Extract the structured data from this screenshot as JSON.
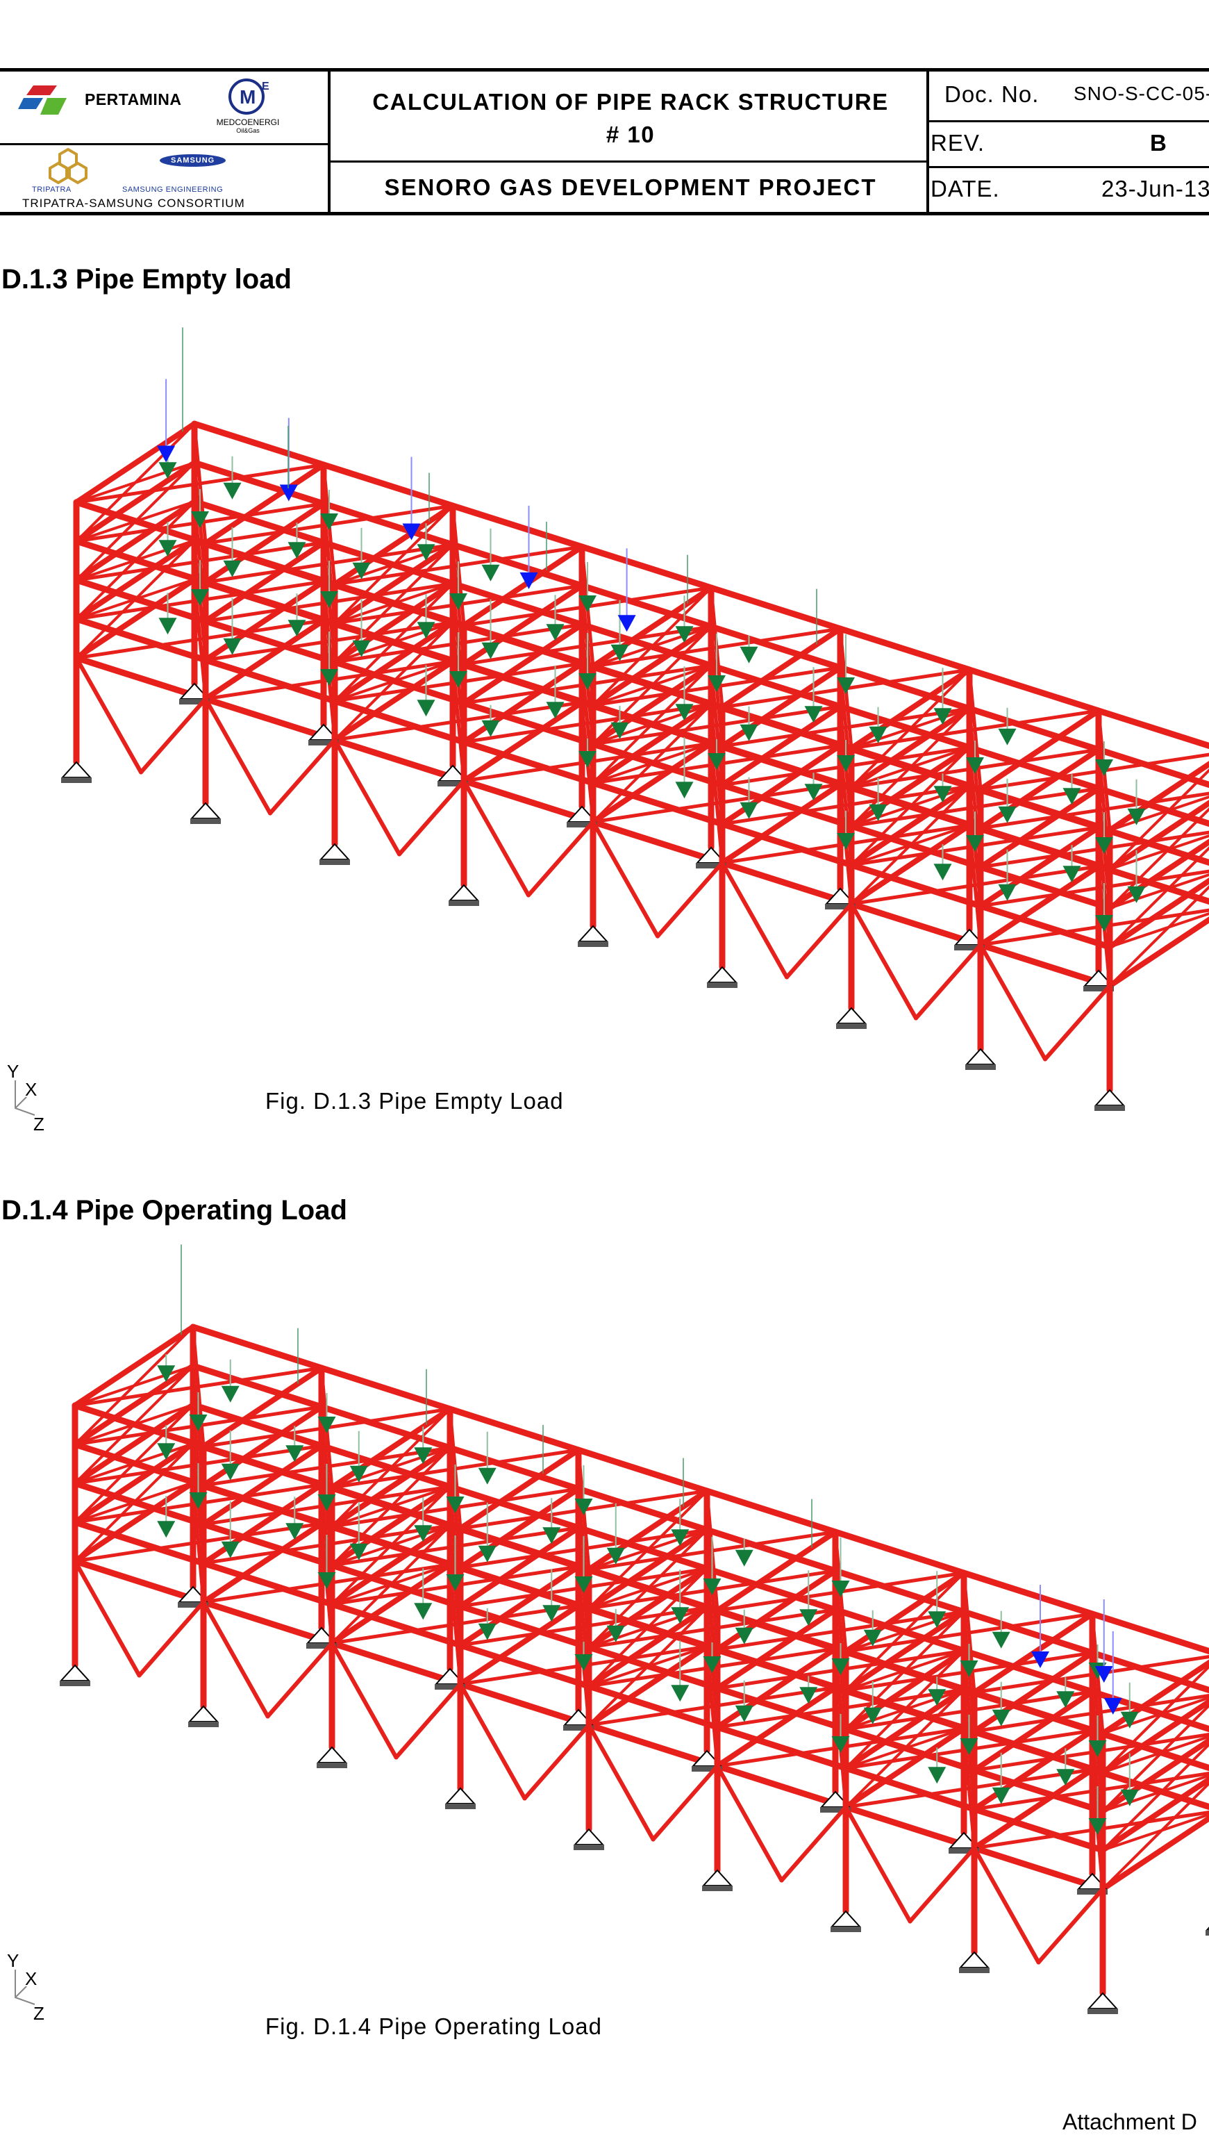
{
  "header": {
    "logos": {
      "pertamina": "PERTAMINA",
      "medco_line1": "MEDCOENERGI",
      "medco_line2": "Oil&Gas",
      "samsung": "SAMSUNG",
      "tripatra": "TRIPATRA",
      "samsung_engineering": "SAMSUNG ENGINEERING",
      "consortium": "TRIPATRA-SAMSUNG CONSORTIUM"
    },
    "title_line1": "CALCULATION OF PIPE RACK STRUCTURE",
    "title_line2": "# 10",
    "project": "SENORO GAS DEVELOPMENT PROJECT",
    "doc_no_label": "Doc. No.",
    "doc_no_value": "SNO-S-CC-05-",
    "rev_label": "REV.",
    "rev_value": "B",
    "date_label": "DATE.",
    "date_value": "23-Jun-13"
  },
  "sections": [
    {
      "heading": "D.1.3 Pipe Empty load",
      "caption": "Fig. D.1.3 Pipe Empty Load",
      "axis": {
        "y": "Y",
        "x": "X",
        "z": "Z"
      }
    },
    {
      "heading": "D.1.4 Pipe Operating Load",
      "caption": "Fig. D.1.4 Pipe  Operating Load",
      "axis": {
        "y": "Y",
        "x": "X",
        "z": "Z"
      }
    }
  ],
  "footer": {
    "attachment": "Attachment D"
  }
}
